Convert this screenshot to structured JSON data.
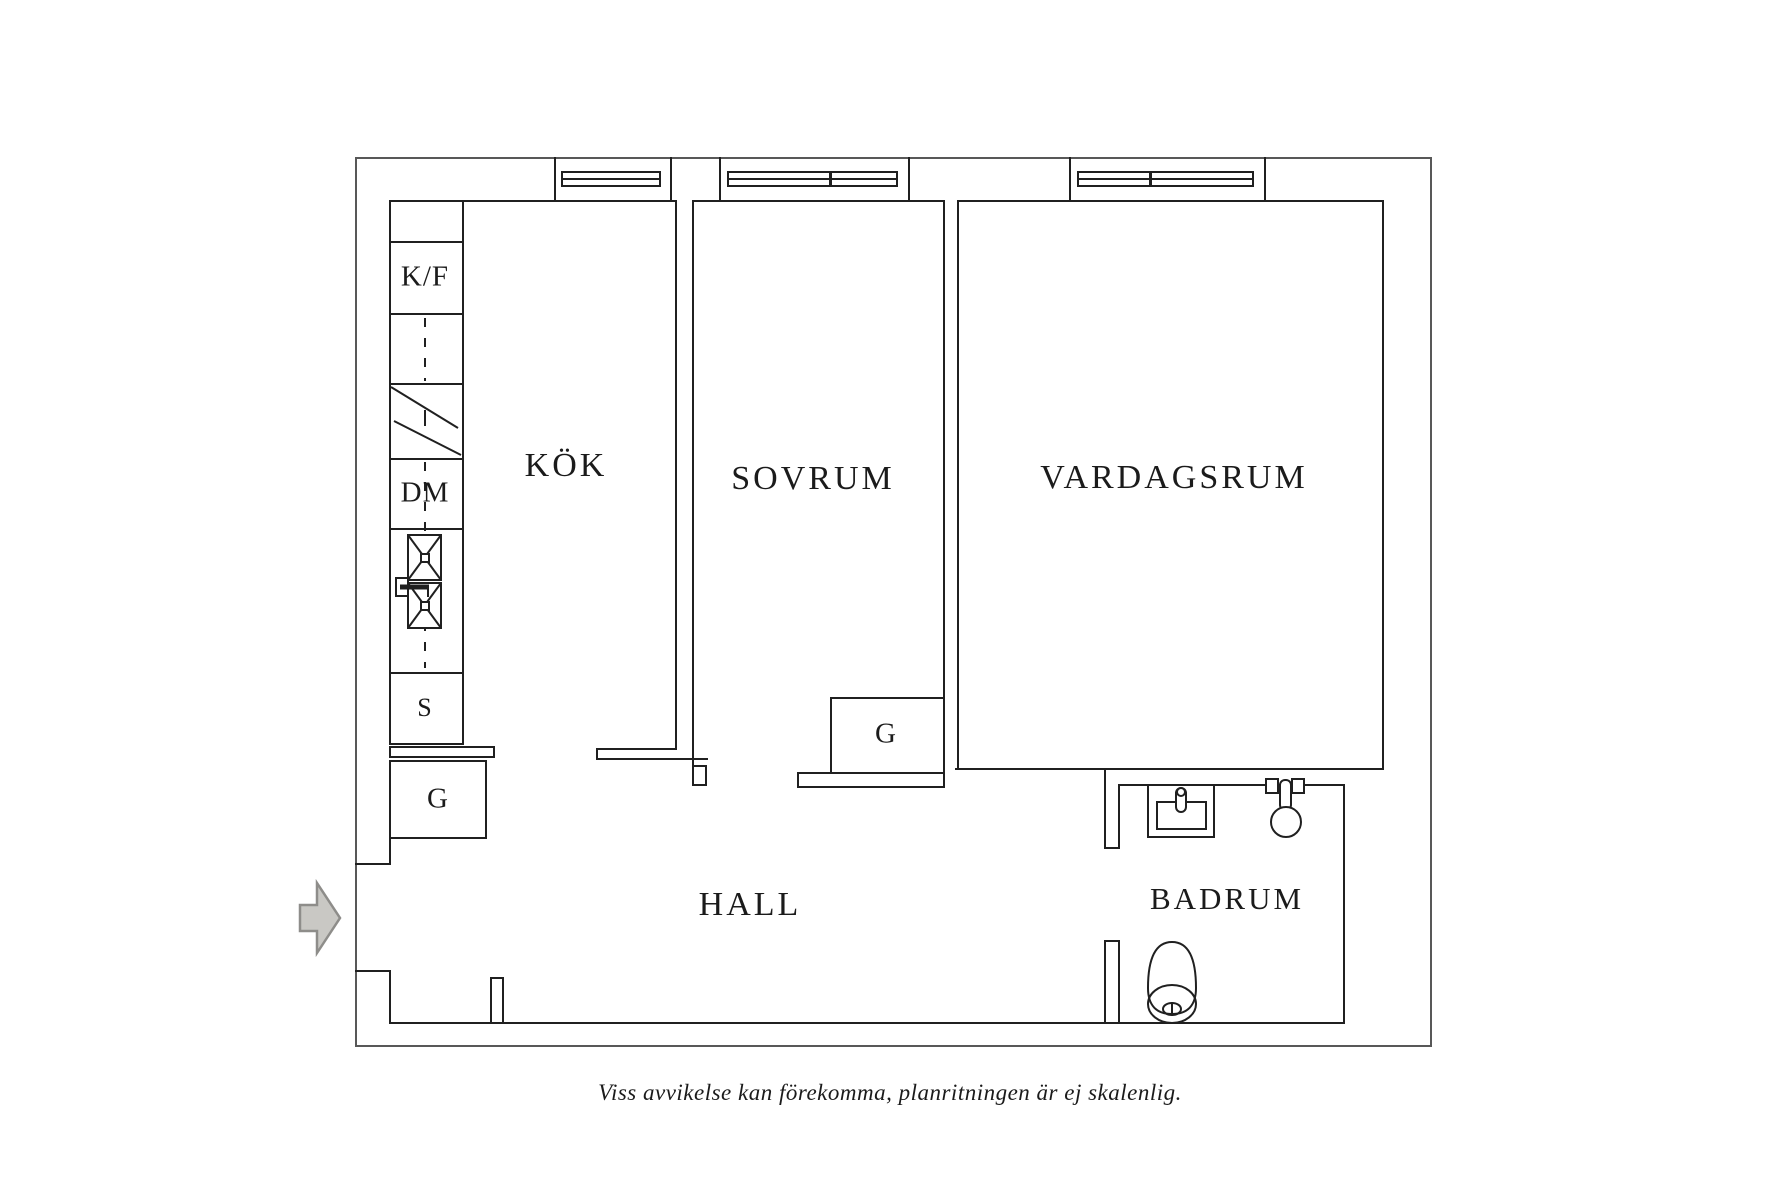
{
  "caption": "Viss avvikelse kan förekomma, planritningen är ej skalenlig.",
  "rooms": {
    "kitchen": {
      "label": "KÖK"
    },
    "bedroom": {
      "label": "SOVRUM"
    },
    "living_room": {
      "label": "VARDAGSRUM"
    },
    "hall": {
      "label": "HALL"
    },
    "bathroom": {
      "label": "BADRUM"
    }
  },
  "kitchen_fixtures": {
    "fridge_freezer": "K/F",
    "dishwasher": "DM",
    "pantry": "S",
    "wardrobe": "G"
  },
  "bedroom_fixtures": {
    "wardrobe": "G"
  },
  "icons": {
    "entry_arrow": "entry-direction-arrow",
    "window": "window-icon",
    "sink_kitchen": "double-basin-sink-icon",
    "sink_bathroom": "washbasin-icon",
    "shower": "shower-mixer-icon",
    "toilet": "toilet-icon",
    "stove": "stove-icon"
  },
  "colors": {
    "wall_line": "#202020",
    "outer_wall_line": "#585858",
    "arrow_fill": "#c9c8c4",
    "arrow_stroke": "#8e8d8a",
    "background": "#ffffff"
  }
}
